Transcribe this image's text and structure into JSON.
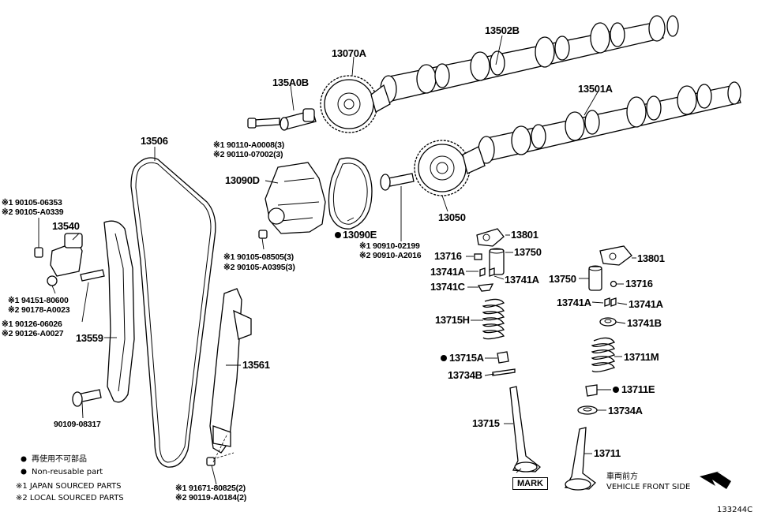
{
  "parts": {
    "p13502B": "13502B",
    "p13070A": "13070A",
    "p135A0B": "135A0B",
    "p13501A": "13501A",
    "p13506": "13506",
    "p13090D": "13090D",
    "p13090E": "13090E",
    "p13050": "13050",
    "p13540": "13540",
    "p13559": "13559",
    "p13561": "13561",
    "p13801a": "13801",
    "p13750a": "13750",
    "p13716a": "13716",
    "p13741Aa": "13741A",
    "p13741Ab": "13741A",
    "p13741C": "13741C",
    "p13715H": "13715H",
    "p13715A": "13715A",
    "p13734B": "13734B",
    "p13715": "13715",
    "p13801b": "13801",
    "p13750b": "13750",
    "p13716b": "13716",
    "p13741Ac": "13741A",
    "p13741Ad": "13741A",
    "p13741B": "13741B",
    "p13711M": "13711M",
    "p13711E": "13711E",
    "p13734A": "13734A",
    "p13711": "13711",
    "p90109": "90109-08317"
  },
  "callouts": {
    "bolt_135A0B_1": "※1 90110-A0008(3)",
    "bolt_135A0B_2": "※2 90110-07002(3)",
    "bolt_13540_1": "※1 90105-06353",
    "bolt_13540_2": "※2 90105-A0339",
    "nut_13540_1": "※1 94151-80600",
    "nut_13540_2": "※2 90178-A0023",
    "stud_13540_1": "※1 90126-06026",
    "stud_13540_2": "※2 90126-A0027",
    "bolt_13090D_1": "※1 90105-08505(3)",
    "bolt_13090D_2": "※2 90105-A0395(3)",
    "bolt_13050_1": "※1 90910-02199",
    "bolt_13050_2": "※2 90910-A2016",
    "bolt_13561_1": "※1 91671-80825(2)",
    "bolt_13561_2": "※2 90119-A0184(2)"
  },
  "legend": {
    "non_reusable_jp": "再使用不可部品",
    "non_reusable_en": "Non-reusable part",
    "japan_sourced": "※1 JAPAN SOURCED PARTS",
    "local_sourced": "※2 LOCAL SOURCED PARTS"
  },
  "mark_label": "MARK",
  "direction_jp": "車両前方",
  "direction_en": "VEHICLE FRONT SIDE",
  "figure_id": "133244C"
}
